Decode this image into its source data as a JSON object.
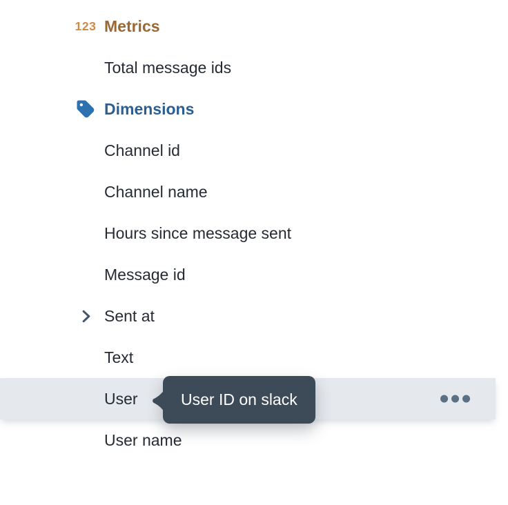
{
  "palette": {
    "page-bg": "#FFFFFF",
    "metrics-header": "#9A6933",
    "metrics-icon": "#CF8A46",
    "dimensions-header": "#2C5E90",
    "dimensions-icon": "#2E71B0",
    "tag-icon-hole": "#FFFFFF",
    "item-text": "#242B33",
    "chevron": "#44566B",
    "row-highlight-bg": "#E5E8EC",
    "tooltip-bg": "#3D4A57",
    "tooltip-text": "#FFFFFF",
    "menu-dots": "#5C7083"
  },
  "field_tree": {
    "rows": [
      {
        "type": "section-header",
        "group": "metrics",
        "icon": "numeric-123-icon",
        "icon_text": "123",
        "label": "Metrics"
      },
      {
        "type": "field",
        "label": "Total message ids"
      },
      {
        "type": "section-header",
        "group": "dimensions",
        "icon": "tag-icon",
        "label": "Dimensions"
      },
      {
        "type": "field",
        "label": "Channel id"
      },
      {
        "type": "field",
        "label": "Channel name"
      },
      {
        "type": "field",
        "label": "Hours since message sent"
      },
      {
        "type": "field",
        "label": "Message id"
      },
      {
        "type": "field",
        "icon": "chevron-right-icon",
        "expandable": true,
        "label": "Sent at"
      },
      {
        "type": "field",
        "label": "Text"
      },
      {
        "type": "field",
        "label": "User",
        "state": "hovered",
        "menu_icon": "ellipsis-icon",
        "tooltip": "User ID on slack"
      },
      {
        "type": "field",
        "label": "User name"
      }
    ]
  }
}
